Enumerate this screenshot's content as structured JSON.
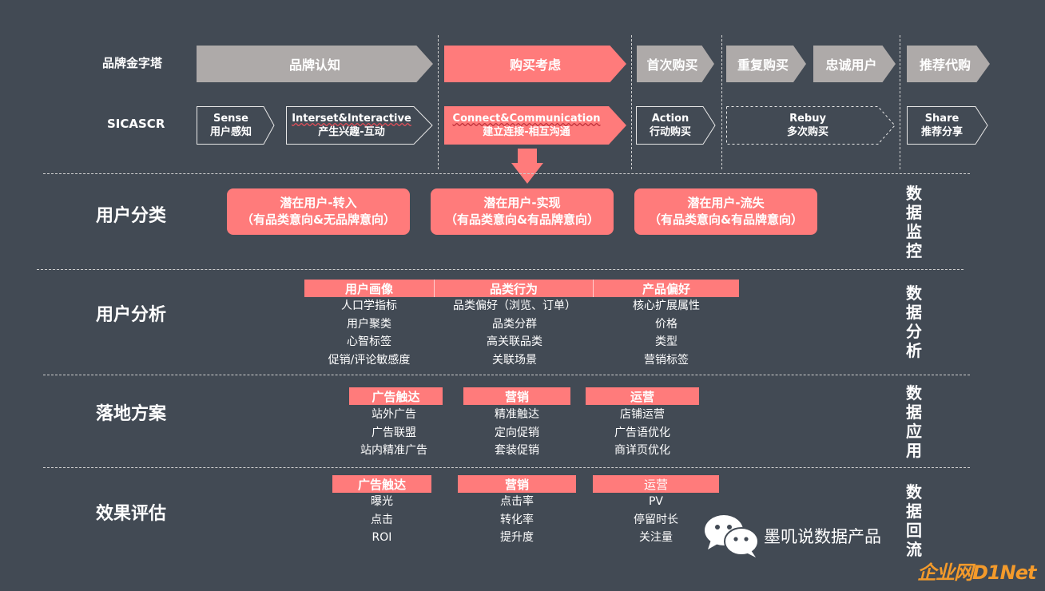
{
  "rows": {
    "pyramid_label": "品牌金字塔",
    "model_label": "SICASCR"
  },
  "pyramid": [
    "品牌认知",
    "购买考虑",
    "首次购买",
    "重复购买",
    "忠诚用户",
    "推荐代购"
  ],
  "sicascr": [
    {
      "en": "Sense",
      "zh": "用户感知"
    },
    {
      "en": "Interset&Interactive",
      "zh": "产生兴趣-互动"
    },
    {
      "en": "Connect&Communication",
      "zh": "建立连接-相互沟通"
    },
    {
      "en": "Action",
      "zh": "行动购买"
    },
    {
      "en": "Rebuy",
      "zh": "多次购买"
    },
    {
      "en": "Share",
      "zh": "推荐分享"
    }
  ],
  "sections": {
    "classify": {
      "title": "用户分类",
      "side": "数据监控",
      "items": [
        {
          "l1": "潜在用户-转入",
          "l2": "（有品类意向&无品牌意向）"
        },
        {
          "l1": "潜在用户-实现",
          "l2": "（有品类意向&有品牌意向）"
        },
        {
          "l1": "潜在用户-流失",
          "l2": "（有品类意向&有品牌意向）"
        }
      ]
    },
    "analysis": {
      "title": "用户分析",
      "side": "数据分析",
      "columns": [
        {
          "header": "用户画像",
          "items": [
            "人口学指标",
            "用户聚类",
            "心智标签",
            "促销/评论敏感度"
          ]
        },
        {
          "header": "品类行为",
          "items": [
            "品类偏好（浏览、订单）",
            "品类分群",
            "高关联品类",
            "关联场景"
          ]
        },
        {
          "header": "产品偏好",
          "items": [
            "核心扩展属性",
            "价格",
            "类型",
            "营销标签"
          ]
        }
      ]
    },
    "landing": {
      "title": "落地方案",
      "side": "数据应用",
      "columns": [
        {
          "header": "广告触达",
          "items": [
            "站外广告",
            "广告联盟",
            "站内精准广告"
          ]
        },
        {
          "header": "营销",
          "items": [
            "精准触达",
            "定向促销",
            "套装促销"
          ]
        },
        {
          "header": "运营",
          "items": [
            "店铺运营",
            "广告语优化",
            "商详页优化"
          ]
        }
      ]
    },
    "evaluation": {
      "title": "效果评估",
      "side": "数据回流",
      "columns": [
        {
          "header": "广告触达",
          "items": [
            "曝光",
            "点击",
            "ROI"
          ]
        },
        {
          "header": "营销",
          "items": [
            "点击率",
            "转化率",
            "提升度"
          ]
        },
        {
          "header": "运营",
          "items": [
            "PV",
            "停留时长",
            "关注量"
          ]
        }
      ]
    }
  },
  "watermark": {
    "wechat_name": "墨叽说数据产品",
    "logo": "企业网D1Net"
  },
  "colors": {
    "background": "#424a54",
    "accent": "#ff7b7b",
    "gray_arrow": "#aeaaa9"
  }
}
